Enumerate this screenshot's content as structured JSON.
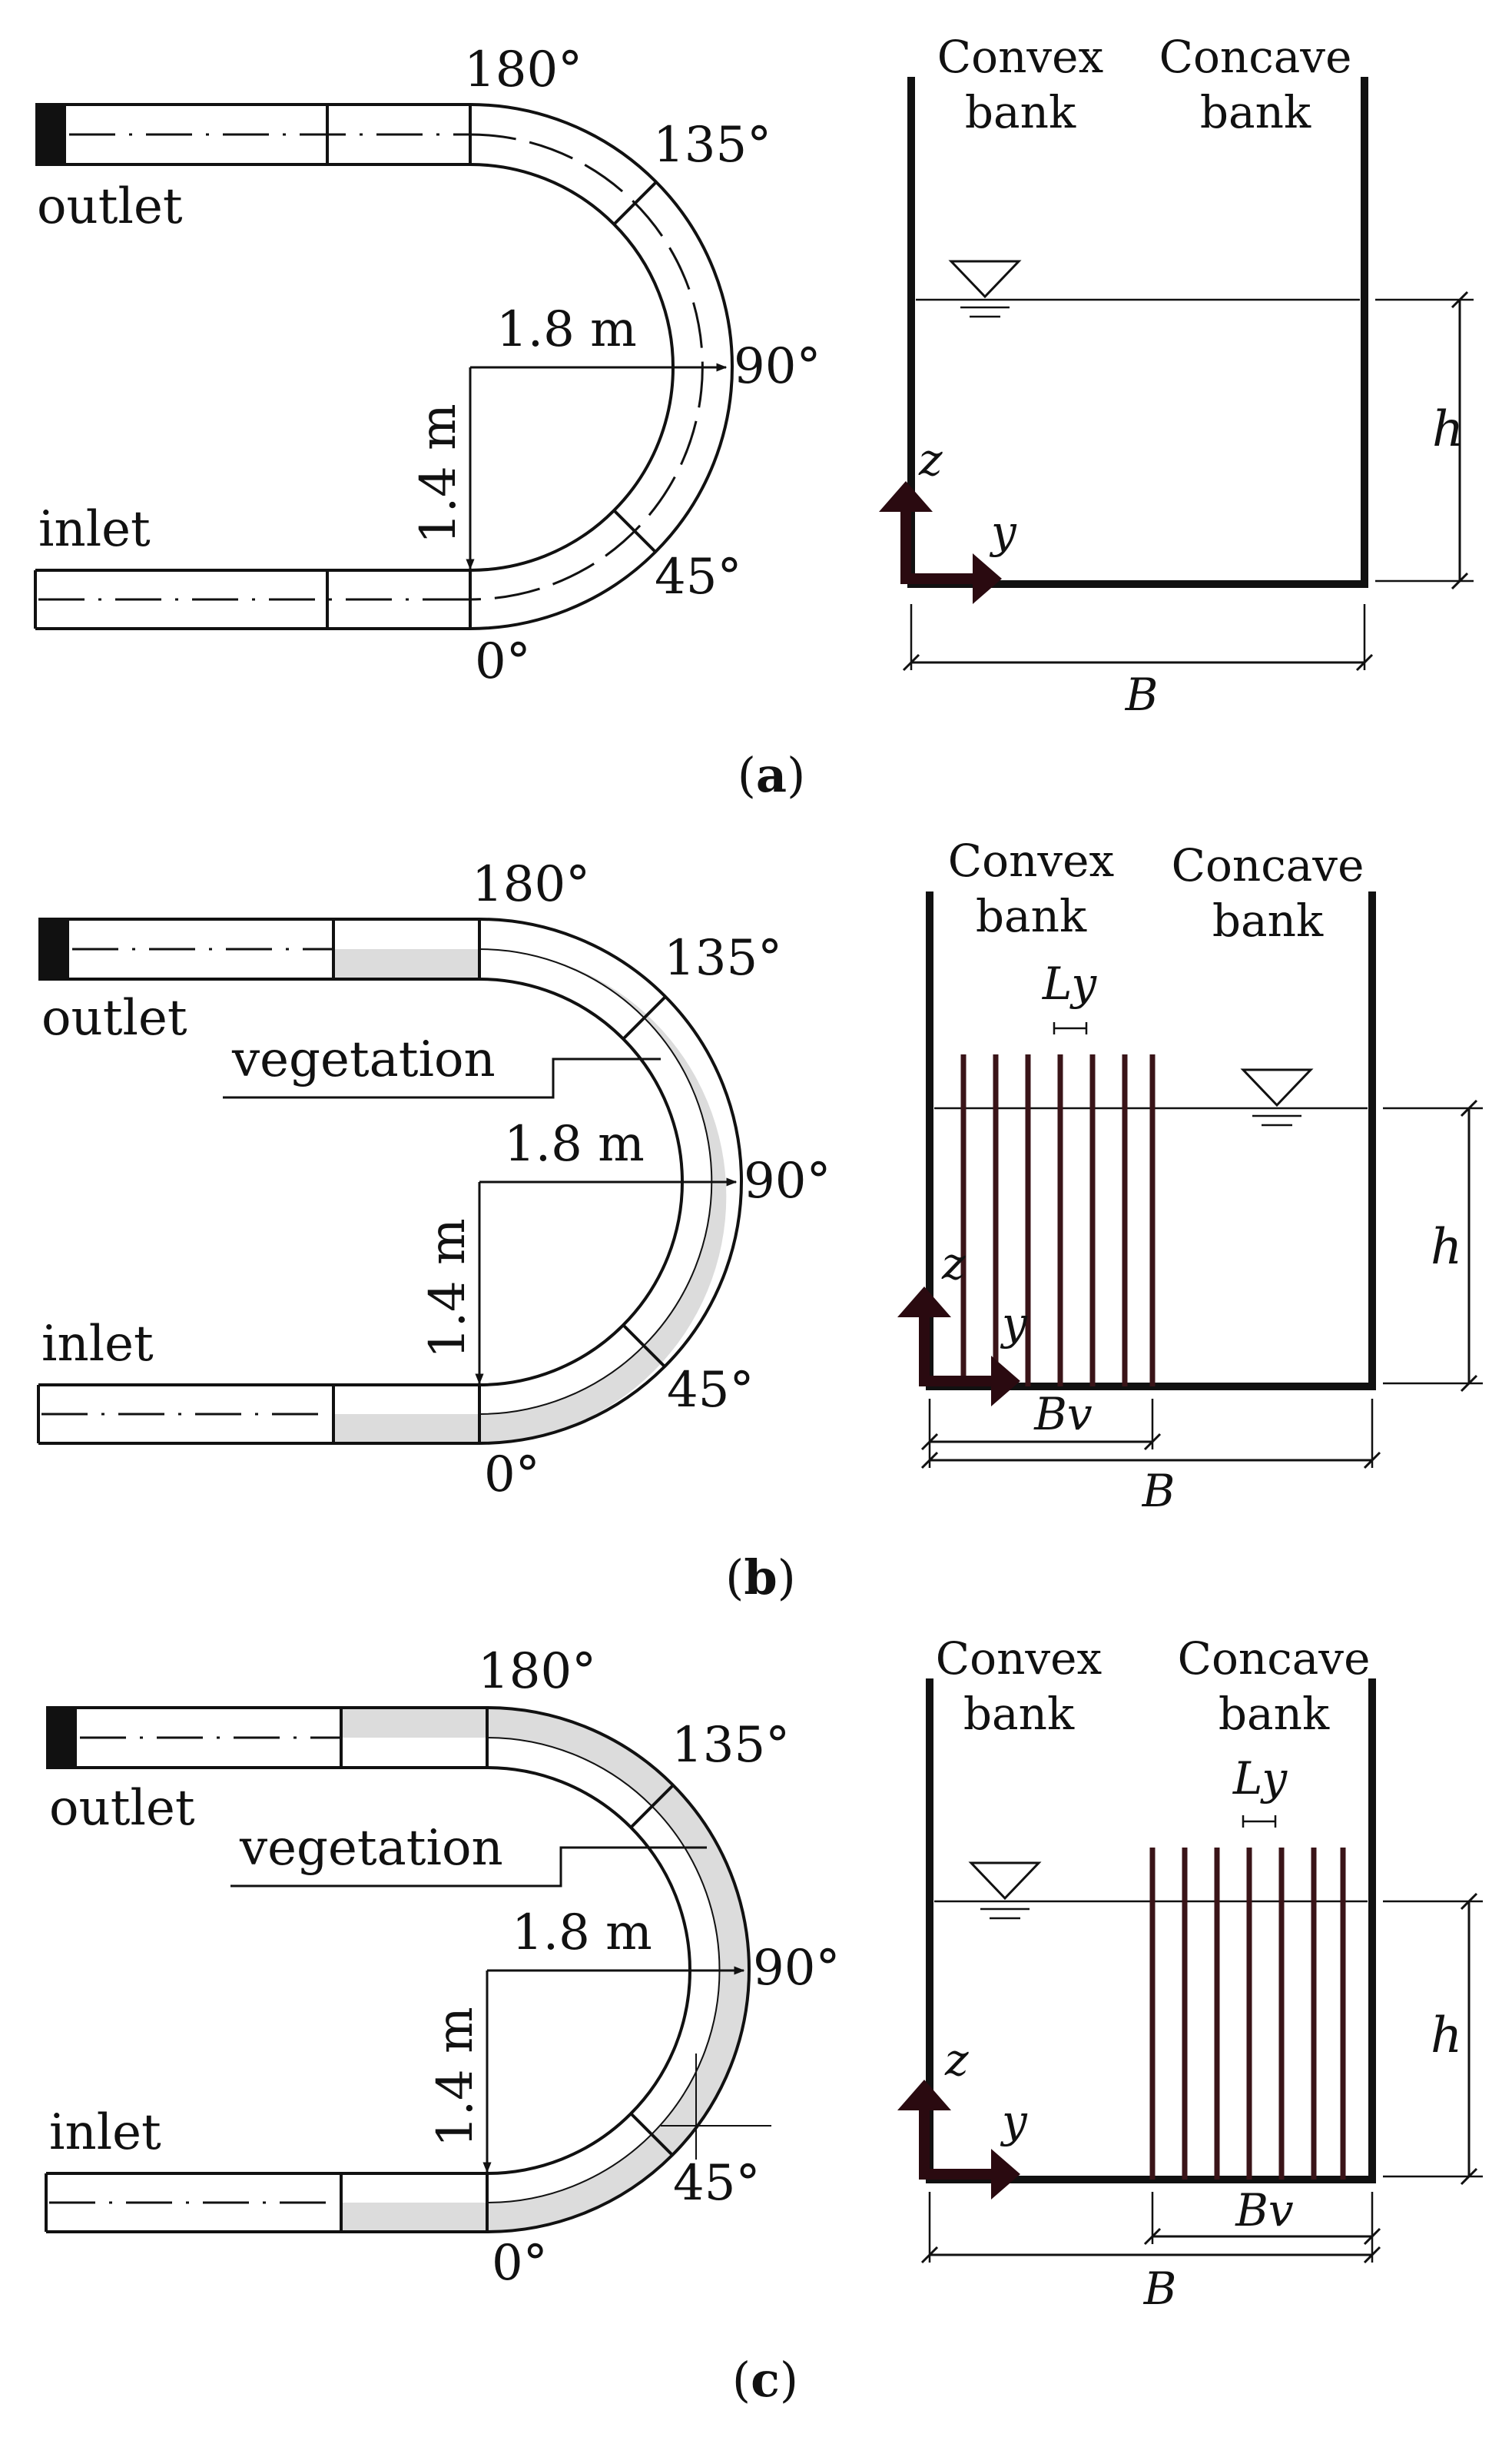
{
  "panels": [
    {
      "id": "a",
      "caption_letter": "a",
      "angles": [
        "180°",
        "135°",
        "90°",
        "45°",
        "0°"
      ],
      "outlet": "outlet",
      "inlet": "inlet",
      "radius": "1.8 m",
      "straight": "1.4 m",
      "convex": [
        "Convex",
        "bank"
      ],
      "concave": [
        "Concave",
        "bank"
      ],
      "axis_z": "z",
      "axis_y": "y",
      "height": "h",
      "width": "B"
    },
    {
      "id": "b",
      "caption_letter": "b",
      "angles": [
        "180°",
        "135°",
        "90°",
        "45°",
        "0°"
      ],
      "outlet": "outlet",
      "inlet": "inlet",
      "vegetation": "vegetation",
      "radius": "1.8 m",
      "straight": "1.4 m",
      "convex": [
        "Convex",
        "bank"
      ],
      "concave": [
        "Concave",
        "bank"
      ],
      "spacing": "Ly",
      "veg_width": "Bv",
      "axis_z": "z",
      "axis_y": "y",
      "height": "h",
      "width": "B"
    },
    {
      "id": "c",
      "caption_letter": "c",
      "angles": [
        "180°",
        "135°",
        "90°",
        "45°",
        "0°"
      ],
      "outlet": "outlet",
      "inlet": "inlet",
      "vegetation": "vegetation",
      "radius": "1.8 m",
      "straight": "1.4 m",
      "convex": [
        "Convex",
        "bank"
      ],
      "concave": [
        "Concave",
        "bank"
      ],
      "spacing": "Ly",
      "veg_width": "Bv",
      "axis_z": "z",
      "axis_y": "y",
      "height": "h",
      "width": "B"
    }
  ],
  "colors": {
    "ink": "#111111",
    "vegetation_fill": "#dcdcdc",
    "stem": "#3a1418",
    "axis": "#2a0a10"
  }
}
